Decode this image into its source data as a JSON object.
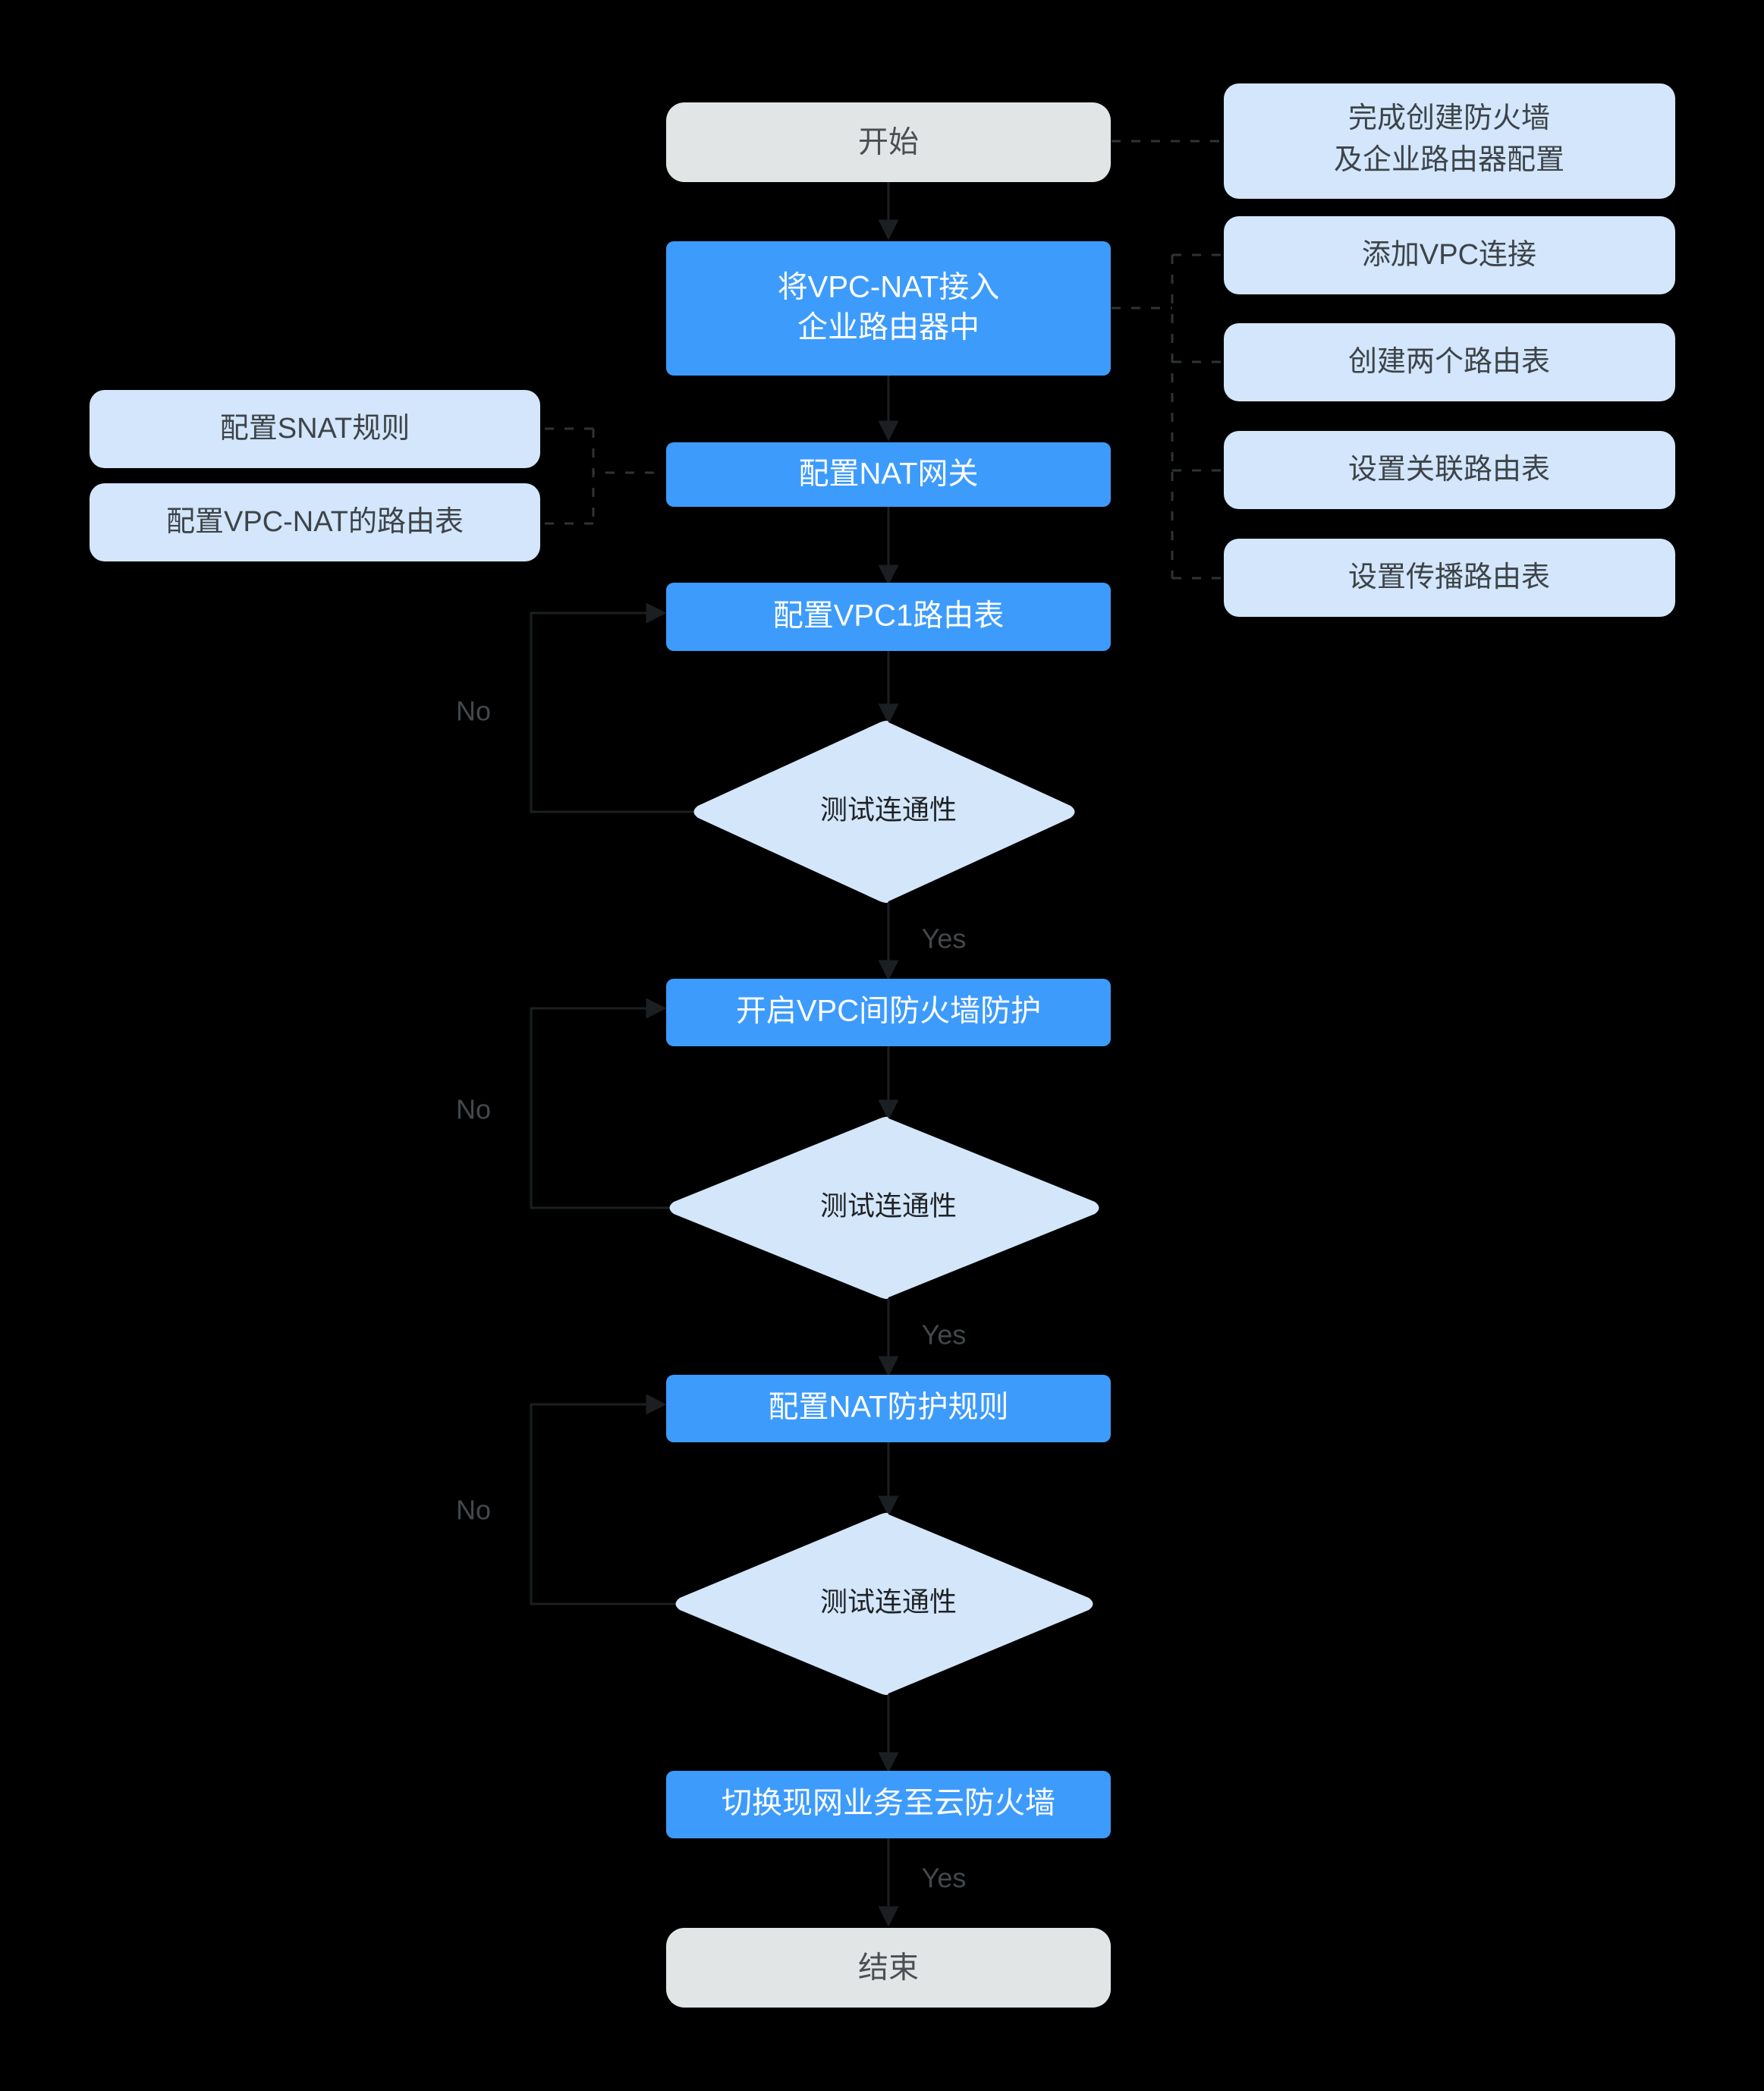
{
  "diagram": {
    "title_present": false,
    "background_color": "#000000",
    "colors": {
      "terminal_fill": "#e2e5e6",
      "process_fill": "#3d9bfc",
      "decision_fill": "#d4e6fa",
      "note_fill": "#d3e6fb",
      "process_text": "#ffffff",
      "terminal_text": "#4a4f54",
      "note_text": "#3d4449",
      "edge_label_text": "#43484c",
      "connector_solid": "#1c1f21",
      "connector_dashed": "#2e3336"
    }
  },
  "nodes": {
    "start": {
      "label": "开始",
      "type": "terminal"
    },
    "vpc_nat_join": {
      "label_line1": "将VPC-NAT接入",
      "label_line2": "企业路由器中",
      "type": "process"
    },
    "nat_gateway": {
      "label": "配置NAT网关",
      "type": "process"
    },
    "vpc1_route_table": {
      "label": "配置VPC1路由表",
      "type": "process"
    },
    "test1": {
      "label": "测试连通性",
      "type": "decision"
    },
    "enable_vpc_firewall": {
      "label": "开启VPC间防火墙防护",
      "type": "process"
    },
    "test2": {
      "label": "测试连通性",
      "type": "decision"
    },
    "nat_protect_rule": {
      "label": "配置NAT防护规则",
      "type": "process"
    },
    "test3": {
      "label": "测试连通性",
      "type": "decision"
    },
    "switch_traffic": {
      "label": "切换现网业务至云防火墙",
      "type": "process"
    },
    "end": {
      "label": "结束",
      "type": "terminal"
    }
  },
  "notes_right": [
    {
      "id": "note-firewall-router",
      "line1": "完成创建防火墙",
      "line2": "及企业路由器配置"
    },
    {
      "id": "note-add-vpc-connection",
      "line1": "添加VPC连接",
      "line2": ""
    },
    {
      "id": "note-create-two-route-tables",
      "line1": "创建两个路由表",
      "line2": ""
    },
    {
      "id": "note-set-association-route-table",
      "line1": "设置关联路由表",
      "line2": ""
    },
    {
      "id": "note-set-propagation-route-table",
      "line1": "设置传播路由表",
      "line2": ""
    }
  ],
  "notes_left": [
    {
      "id": "note-snat-rule",
      "line1": "配置SNAT规则",
      "line2": ""
    },
    {
      "id": "note-vpc-nat-route-table",
      "line1": "配置VPC-NAT的路由表",
      "line2": ""
    }
  ],
  "edge_labels": {
    "no_1": "No",
    "yes_1": "Yes",
    "no_2": "No",
    "yes_2": "Yes",
    "no_3": "No",
    "yes_3": "Yes"
  }
}
